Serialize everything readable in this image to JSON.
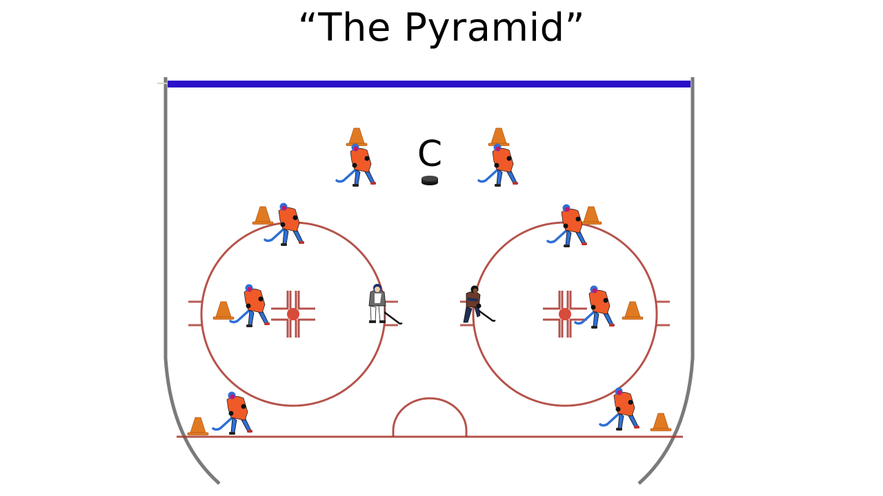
{
  "title": "“The Pyramid”",
  "diagram": {
    "type": "hockey-drill",
    "coach_label": "C",
    "colors": {
      "goal_line_blue": "#2a10c8",
      "boards_gray": "#7a7a7a",
      "ice_markings_red": "#a8352c",
      "player_jersey": "#f05a28",
      "player_pants": "#2f6fd6",
      "cone_orange": "#e07a22",
      "puck": "#222222"
    },
    "players": [
      {
        "id": "p-top-left",
        "role": "drill-player",
        "position": "top-left slot",
        "has_cone": true
      },
      {
        "id": "p-top-right",
        "role": "drill-player",
        "position": "top-right slot",
        "has_cone": true
      },
      {
        "id": "p-left-circle-top",
        "role": "drill-player",
        "position": "left circle top",
        "has_cone": true
      },
      {
        "id": "p-right-circle-top",
        "role": "drill-player",
        "position": "right circle top",
        "has_cone": true
      },
      {
        "id": "p-left-circle-mid",
        "role": "drill-player",
        "position": "left circle middle",
        "has_cone": true
      },
      {
        "id": "p-right-circle-mid",
        "role": "drill-player",
        "position": "right circle middle",
        "has_cone": true
      },
      {
        "id": "p-left-bottom",
        "role": "drill-player",
        "position": "left bottom corner",
        "has_cone": true
      },
      {
        "id": "p-right-bottom",
        "role": "drill-player",
        "position": "right bottom corner",
        "has_cone": true
      },
      {
        "id": "d-left",
        "role": "defender",
        "position": "left circle edge",
        "has_cone": false
      },
      {
        "id": "d-right",
        "role": "defender",
        "position": "right circle edge",
        "has_cone": false
      }
    ],
    "puck": {
      "position": "under coach"
    }
  }
}
